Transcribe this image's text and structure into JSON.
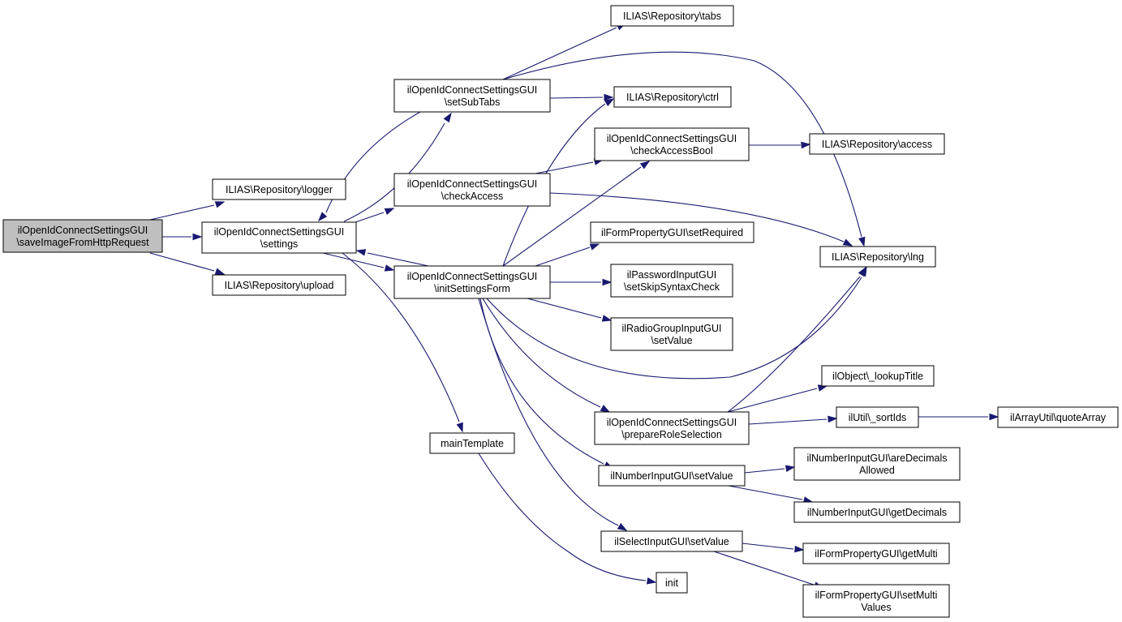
{
  "graph": {
    "colors": {
      "edge": "#191970",
      "node_fill": "#ffffff",
      "root_fill": "#bfbfbf",
      "border": "#000000"
    },
    "nodes": [
      {
        "id": "root",
        "lines": [
          "ilOpenIdConnectSettingsGUI",
          "\\saveImageFromHttpRequest"
        ],
        "root": true
      },
      {
        "id": "logger",
        "lines": [
          "ILIAS\\Repository\\logger"
        ]
      },
      {
        "id": "settings",
        "lines": [
          "ilOpenIdConnectSettingsGUI",
          "\\settings"
        ]
      },
      {
        "id": "upload",
        "lines": [
          "ILIAS\\Repository\\upload"
        ]
      },
      {
        "id": "setSubTabs",
        "lines": [
          "ilOpenIdConnectSettingsGUI",
          "\\setSubTabs"
        ]
      },
      {
        "id": "checkAccess",
        "lines": [
          "ilOpenIdConnectSettingsGUI",
          "\\checkAccess"
        ]
      },
      {
        "id": "initSettingsForm",
        "lines": [
          "ilOpenIdConnectSettingsGUI",
          "\\initSettingsForm"
        ]
      },
      {
        "id": "mainTemplate",
        "lines": [
          "mainTemplate"
        ]
      },
      {
        "id": "tabs",
        "lines": [
          "ILIAS\\Repository\\tabs"
        ]
      },
      {
        "id": "ctrl",
        "lines": [
          "ILIAS\\Repository\\ctrl"
        ]
      },
      {
        "id": "checkAccessBool",
        "lines": [
          "ilOpenIdConnectSettingsGUI",
          "\\checkAccessBool"
        ]
      },
      {
        "id": "setRequired",
        "lines": [
          "ilFormPropertyGUI\\setRequired"
        ]
      },
      {
        "id": "setSkipSyntaxCheck",
        "lines": [
          "ilPasswordInputGUI",
          "\\setSkipSyntaxCheck"
        ]
      },
      {
        "id": "radioSetValue",
        "lines": [
          "ilRadioGroupInputGUI",
          "\\setValue"
        ]
      },
      {
        "id": "prepareRoleSelection",
        "lines": [
          "ilOpenIdConnectSettingsGUI",
          "\\prepareRoleSelection"
        ]
      },
      {
        "id": "numberSetValue",
        "lines": [
          "ilNumberInputGUI\\setValue"
        ]
      },
      {
        "id": "selectSetValue",
        "lines": [
          "ilSelectInputGUI\\setValue"
        ]
      },
      {
        "id": "init",
        "lines": [
          "init"
        ]
      },
      {
        "id": "access",
        "lines": [
          "ILIAS\\Repository\\access"
        ]
      },
      {
        "id": "lng",
        "lines": [
          "ILIAS\\Repository\\lng"
        ]
      },
      {
        "id": "lookupTitle",
        "lines": [
          "ilObject\\_lookupTitle"
        ]
      },
      {
        "id": "sortIds",
        "lines": [
          "ilUtil\\_sortIds"
        ]
      },
      {
        "id": "quoteArray",
        "lines": [
          "ilArrayUtil\\quoteArray"
        ]
      },
      {
        "id": "areDecimalsAllowed",
        "lines": [
          "ilNumberInputGUI\\areDecimals",
          "Allowed"
        ]
      },
      {
        "id": "getDecimals",
        "lines": [
          "ilNumberInputGUI\\getDecimals"
        ]
      },
      {
        "id": "getMulti",
        "lines": [
          "ilFormPropertyGUI\\getMulti"
        ]
      },
      {
        "id": "setMultiValues",
        "lines": [
          "ilFormPropertyGUI\\setMulti",
          "Values"
        ]
      }
    ],
    "edges": [
      {
        "from": "root",
        "to": "logger"
      },
      {
        "from": "root",
        "to": "settings"
      },
      {
        "from": "root",
        "to": "upload"
      },
      {
        "from": "settings",
        "to": "setSubTabs"
      },
      {
        "from": "settings",
        "to": "checkAccess"
      },
      {
        "from": "settings",
        "to": "initSettingsForm"
      },
      {
        "from": "settings",
        "to": "mainTemplate"
      },
      {
        "from": "setSubTabs",
        "to": "settings"
      },
      {
        "from": "setSubTabs",
        "to": "tabs"
      },
      {
        "from": "setSubTabs",
        "to": "ctrl"
      },
      {
        "from": "setSubTabs",
        "to": "lng"
      },
      {
        "from": "checkAccess",
        "to": "checkAccessBool"
      },
      {
        "from": "checkAccess",
        "to": "lng"
      },
      {
        "from": "initSettingsForm",
        "to": "settings"
      },
      {
        "from": "initSettingsForm",
        "to": "ctrl"
      },
      {
        "from": "initSettingsForm",
        "to": "checkAccessBool"
      },
      {
        "from": "initSettingsForm",
        "to": "setRequired"
      },
      {
        "from": "initSettingsForm",
        "to": "setSkipSyntaxCheck"
      },
      {
        "from": "initSettingsForm",
        "to": "radioSetValue"
      },
      {
        "from": "initSettingsForm",
        "to": "lng"
      },
      {
        "from": "initSettingsForm",
        "to": "prepareRoleSelection"
      },
      {
        "from": "initSettingsForm",
        "to": "numberSetValue"
      },
      {
        "from": "initSettingsForm",
        "to": "selectSetValue"
      },
      {
        "from": "mainTemplate",
        "to": "init"
      },
      {
        "from": "checkAccessBool",
        "to": "access"
      },
      {
        "from": "prepareRoleSelection",
        "to": "lng"
      },
      {
        "from": "prepareRoleSelection",
        "to": "lookupTitle"
      },
      {
        "from": "prepareRoleSelection",
        "to": "sortIds"
      },
      {
        "from": "sortIds",
        "to": "quoteArray"
      },
      {
        "from": "numberSetValue",
        "to": "areDecimalsAllowed"
      },
      {
        "from": "numberSetValue",
        "to": "getDecimals"
      },
      {
        "from": "selectSetValue",
        "to": "getMulti"
      },
      {
        "from": "selectSetValue",
        "to": "setMultiValues"
      }
    ]
  }
}
